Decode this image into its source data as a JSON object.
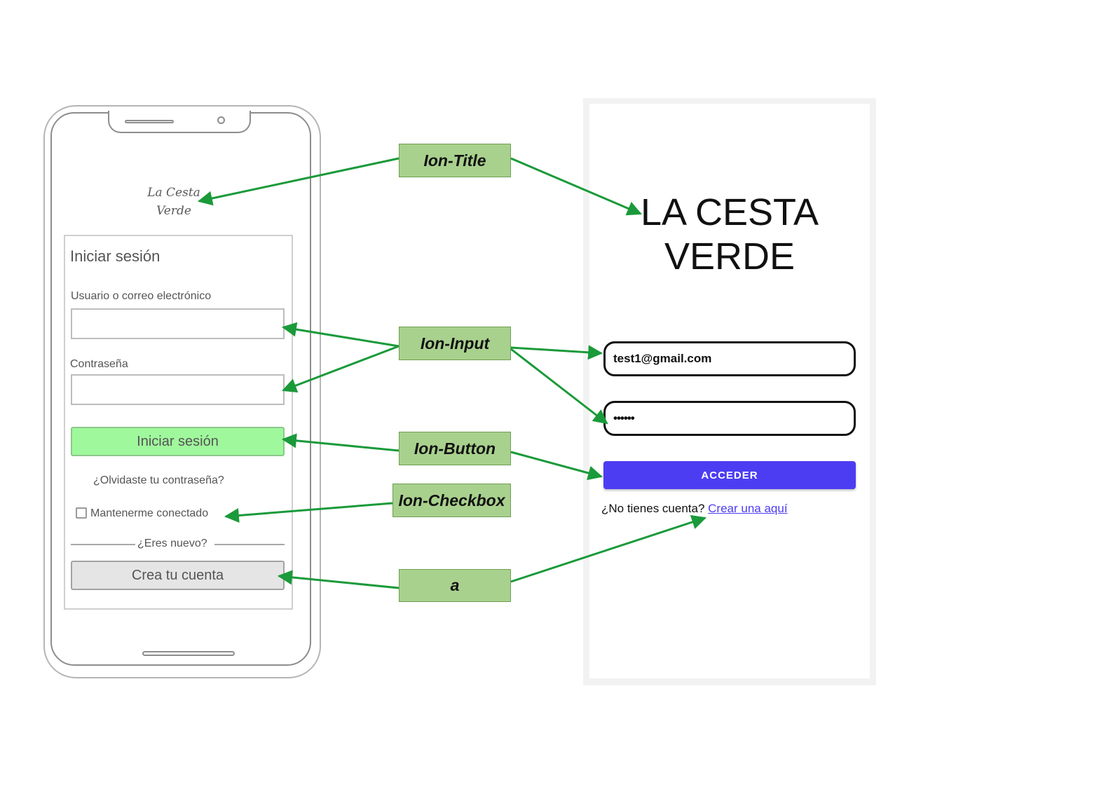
{
  "wireframe": {
    "app_title": "La Cesta Verde",
    "heading": "Iniciar sesión",
    "user_label": "Usuario o correo electrónico",
    "password_label": "Contraseña",
    "login_button": "Iniciar sesión",
    "forgot_password": "¿Olvidaste tu contraseña?",
    "keep_logged": "Mantenerme conectado",
    "new_user_divider": "¿Eres nuevo?",
    "create_account_button": "Crea tu cuenta"
  },
  "app": {
    "title": "LA CESTA VERDE",
    "email_value": "test1@gmail.com",
    "password_value": "••••••",
    "login_button": "ACCEDER",
    "no_account_text": "¿No tienes cuenta?",
    "register_link": "Crear una aquí"
  },
  "callouts": {
    "title": "Ion-Title",
    "input": "Ion-Input",
    "button": "Ion-Button",
    "checkbox": "Ion-Checkbox",
    "anchor": "a"
  },
  "colors": {
    "callout_fill": "#a9d18e",
    "arrow": "#1a9a3a",
    "wireframe_login_button": "#a0f89c",
    "app_accent": "#4d3df2"
  }
}
